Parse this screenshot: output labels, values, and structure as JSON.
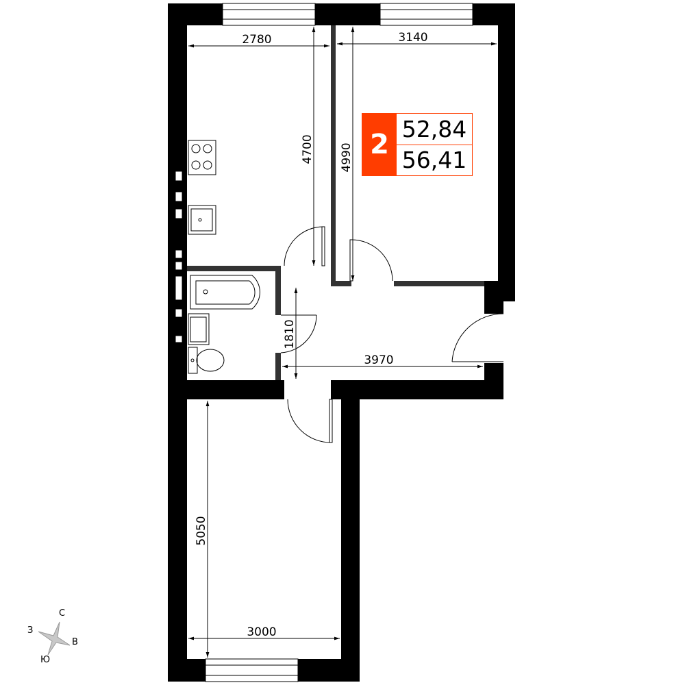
{
  "plan": {
    "rooms_count": "2",
    "living_area": "52,84",
    "total_area": "56,41",
    "accent_color": "#ff3d00",
    "dimensions": {
      "kitchen_width": "2780",
      "bedroom_width": "3140",
      "kitchen_length": "4700",
      "bedroom_length": "4990",
      "hall_depth": "1810",
      "hall_width": "3970",
      "room_length": "5050",
      "room_width": "3000"
    }
  },
  "compass": {
    "north": "С",
    "west": "З",
    "east": "В",
    "south": "Ю"
  }
}
